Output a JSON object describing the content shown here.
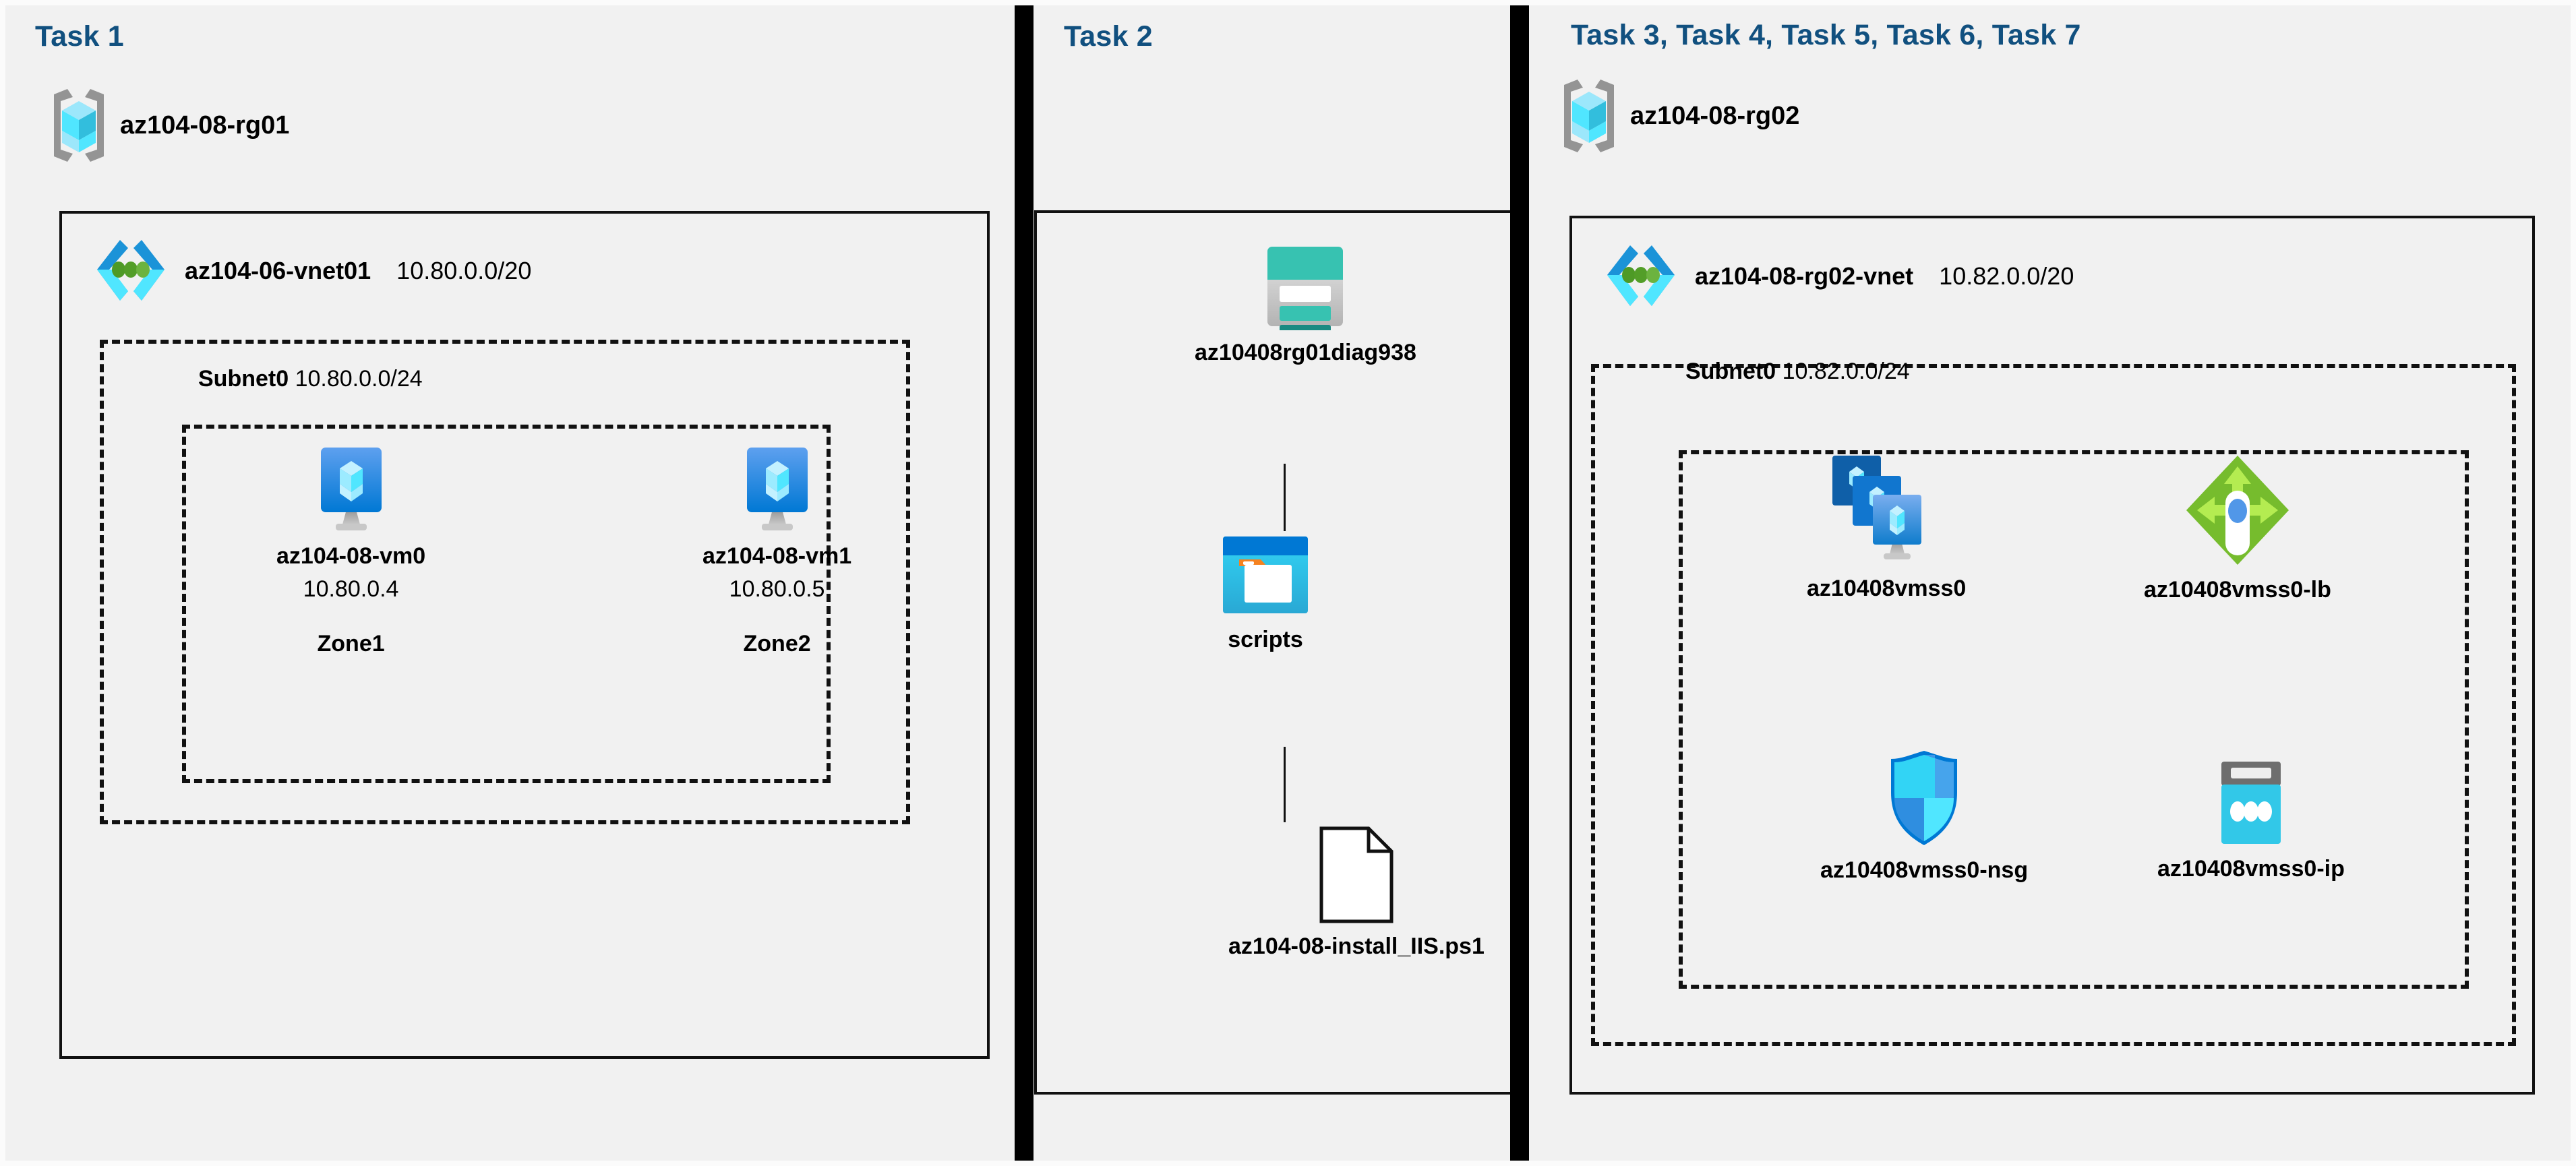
{
  "diagram": {
    "background_color": "#f1f1f1",
    "title_color": "#11507f",
    "separator_color": "#000000"
  },
  "panels": [
    {
      "id": "task1",
      "title": "Task 1",
      "resource_group": {
        "icon": "resource-group-icon",
        "name": "az104-08-rg01"
      },
      "vnet": {
        "icon": "virtual-network-icon",
        "name": "az104-06-vnet01",
        "cidr": "10.80.0.0/20"
      },
      "subnet": {
        "name": "Subnet0",
        "cidr": "10.80.0.0/24"
      },
      "virtual_machines": [
        {
          "icon": "virtual-machine-icon",
          "name": "az104-08-vm0",
          "ip": "10.80.0.4",
          "zone": "Zone1"
        },
        {
          "icon": "virtual-machine-icon",
          "name": "az104-08-vm1",
          "ip": "10.80.0.5",
          "zone": "Zone2"
        }
      ]
    },
    {
      "id": "task2",
      "title": "Task 2",
      "nodes": [
        {
          "icon": "storage-account-icon",
          "name": "az10408rg01diag938"
        },
        {
          "icon": "blob-container-icon",
          "name": "scripts"
        },
        {
          "icon": "file-document-icon",
          "name": "az104-08-install_IIS.ps1"
        }
      ]
    },
    {
      "id": "task3",
      "title": "Task 3, Task 4, Task 5, Task 6, Task 7",
      "resource_group": {
        "icon": "resource-group-icon",
        "name": "az104-08-rg02"
      },
      "vnet": {
        "icon": "virtual-network-icon",
        "name": "az104-08-rg02-vnet",
        "cidr": "10.82.0.0/20"
      },
      "subnet": {
        "name": "Subnet0",
        "cidr": "10.82.0.0/24"
      },
      "resources": [
        {
          "icon": "vm-scale-set-icon",
          "name": "az10408vmss0"
        },
        {
          "icon": "load-balancer-icon",
          "name": "az10408vmss0-lb"
        },
        {
          "icon": "network-security-group-icon",
          "name": "az10408vmss0-nsg"
        },
        {
          "icon": "public-ip-address-icon",
          "name": "az10408vmss0-ip"
        }
      ]
    }
  ]
}
